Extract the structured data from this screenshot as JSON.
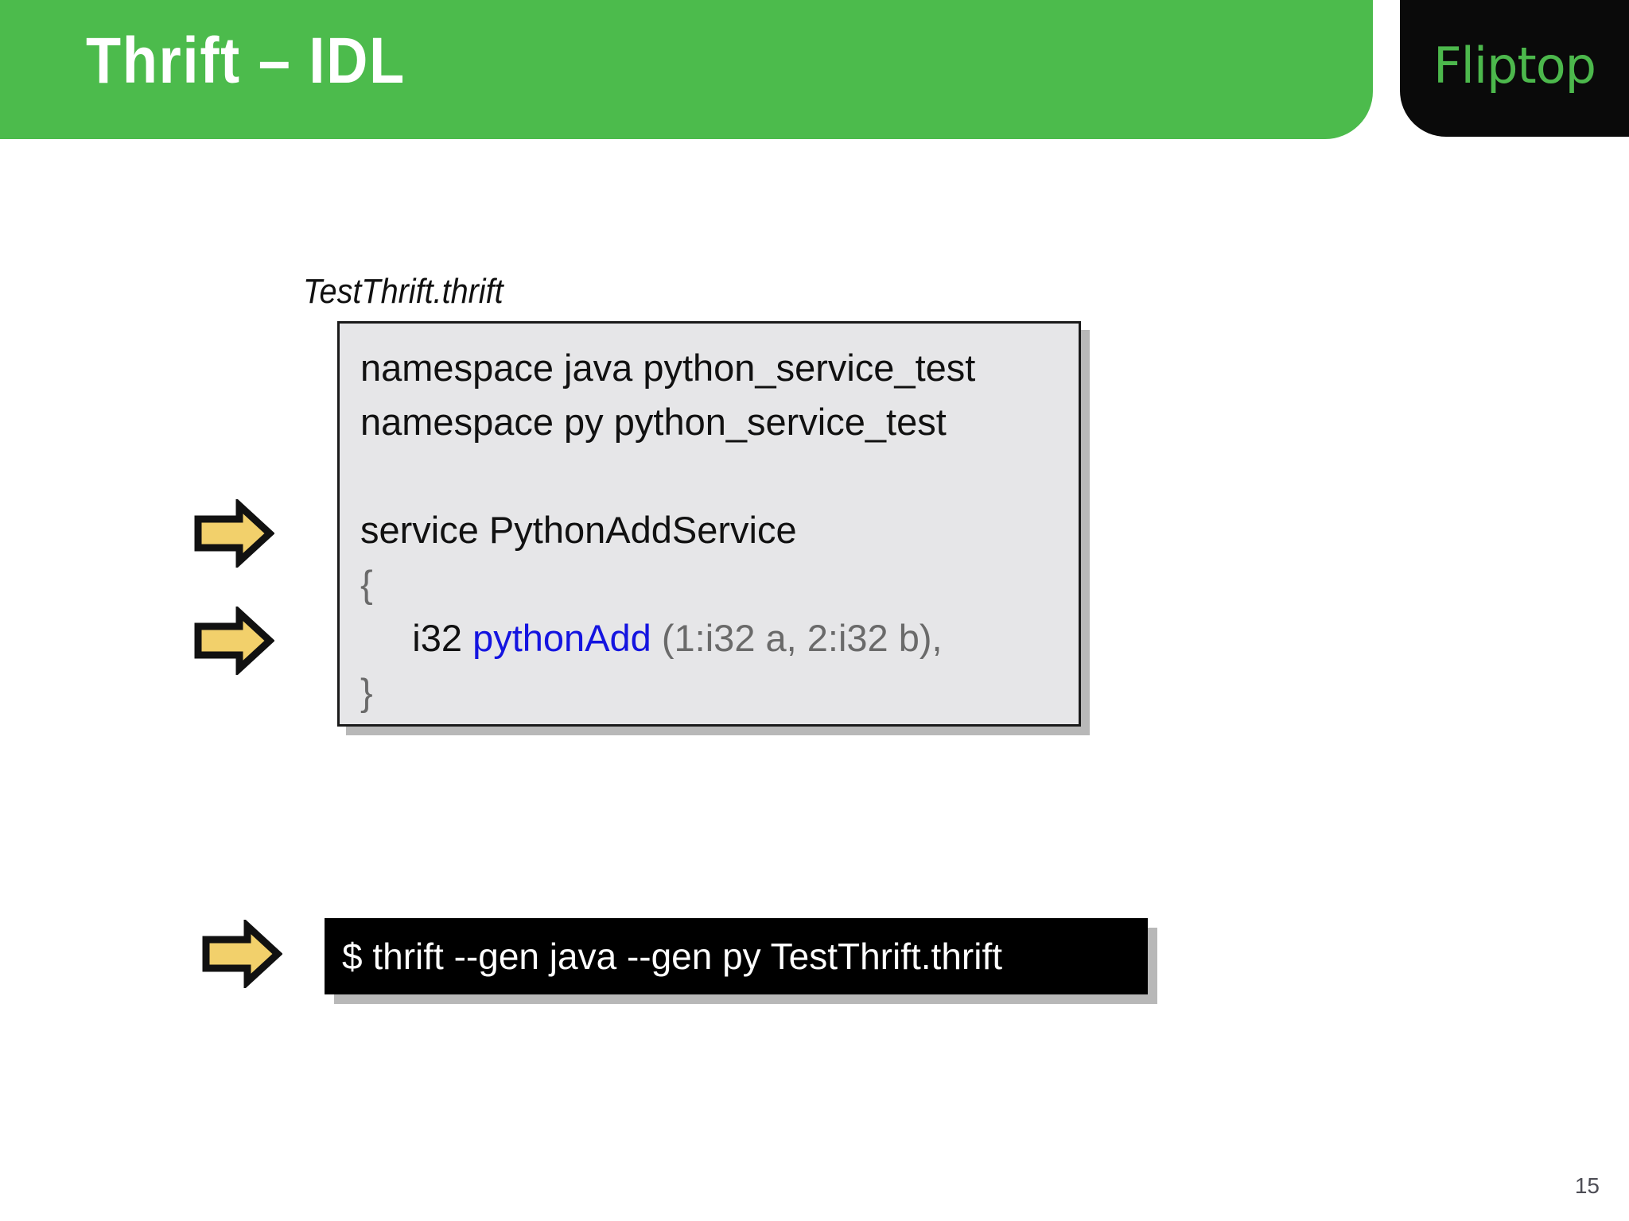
{
  "slide": {
    "title": "Thrift – IDL",
    "page_number": "15",
    "accent_green": "#4cbb4c",
    "logo_green": "#4cb84c",
    "logo_background": "#0a0a0a",
    "code_background": "#e6e6e8",
    "terminal_background": "#000000",
    "arrow_fill": "#f2d06b",
    "arrow_stroke": "#111111",
    "keyword_blue": "#1414e0",
    "param_grey": "#6a6a6a"
  },
  "logo": {
    "wordmark": "Fliptop"
  },
  "file_caption": {
    "label": "TestThrift.thrift"
  },
  "code_block": {
    "lines": [
      {
        "id": "namespace-java",
        "segments": [
          {
            "text": "namespace java python_service_test",
            "color": "black"
          }
        ]
      },
      {
        "id": "namespace-py",
        "segments": [
          {
            "text": "namespace py python_service_test",
            "color": "black"
          }
        ]
      },
      {
        "id": "blank-1",
        "segments": [
          {
            "text": " ",
            "color": "black"
          }
        ]
      },
      {
        "id": "service-decl",
        "segments": [
          {
            "text": "service PythonAddService",
            "color": "black"
          }
        ]
      },
      {
        "id": "open-brace",
        "segments": [
          {
            "text": "{",
            "color": "grey"
          }
        ]
      },
      {
        "id": "method-decl",
        "segments": [
          {
            "text": "     i32 ",
            "color": "black"
          },
          {
            "text": "pythonAdd",
            "color": "blue"
          },
          {
            "text": " (1:i32 a, 2:i32 b),",
            "color": "grey"
          }
        ]
      },
      {
        "id": "close-brace",
        "segments": [
          {
            "text": "}",
            "color": "grey"
          }
        ]
      }
    ]
  },
  "terminal": {
    "command": "$ thrift --gen java --gen py TestThrift.thrift"
  },
  "arrows": [
    {
      "id": "arrow-service",
      "points_to": "service PythonAddService"
    },
    {
      "id": "arrow-method",
      "points_to": "i32 pythonAdd (1:i32 a, 2:i32 b),"
    },
    {
      "id": "arrow-terminal",
      "points_to": "$ thrift --gen java --gen py TestThrift.thrift"
    }
  ]
}
